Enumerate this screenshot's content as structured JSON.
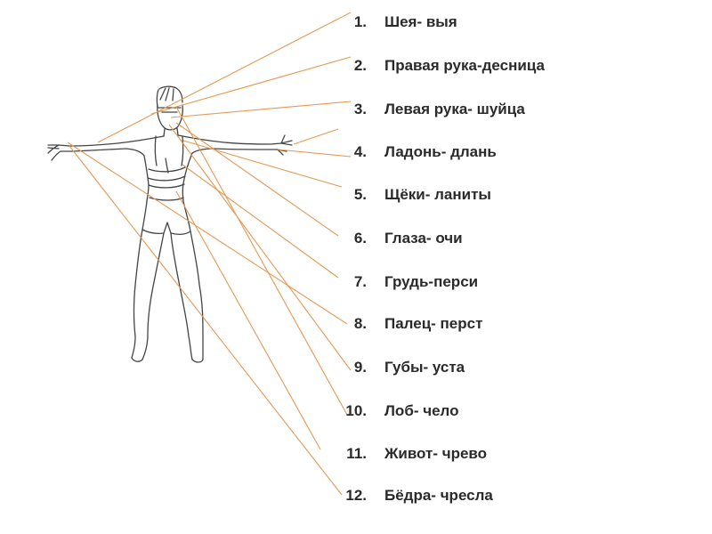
{
  "terms": [
    {
      "number": "1.",
      "text": "Шея- выя"
    },
    {
      "number": "2.",
      "text": "Правая рука-десница"
    },
    {
      "number": "3.",
      "text": "Левая рука- шуйца"
    },
    {
      "number": "4.",
      "text": "Ладонь- длань"
    },
    {
      "number": "5.",
      "text": "Щёки- ланиты"
    },
    {
      "number": "6.",
      "text": "Глаза- очи"
    },
    {
      "number": "7.",
      "text": "Грудь-перси"
    },
    {
      "number": "8.",
      "text": "Палец- перст"
    },
    {
      "number": "9.",
      "text": "Губы- уста"
    },
    {
      "number": "10.",
      "text": "Лоб- чело"
    },
    {
      "number": "11.",
      "text": "Живот- чрево"
    },
    {
      "number": "12.",
      "text": "Бёдра- чресла"
    }
  ],
  "colors": {
    "connector": "#e39a55",
    "outline": "#444444",
    "text": "#2a2a2a"
  }
}
